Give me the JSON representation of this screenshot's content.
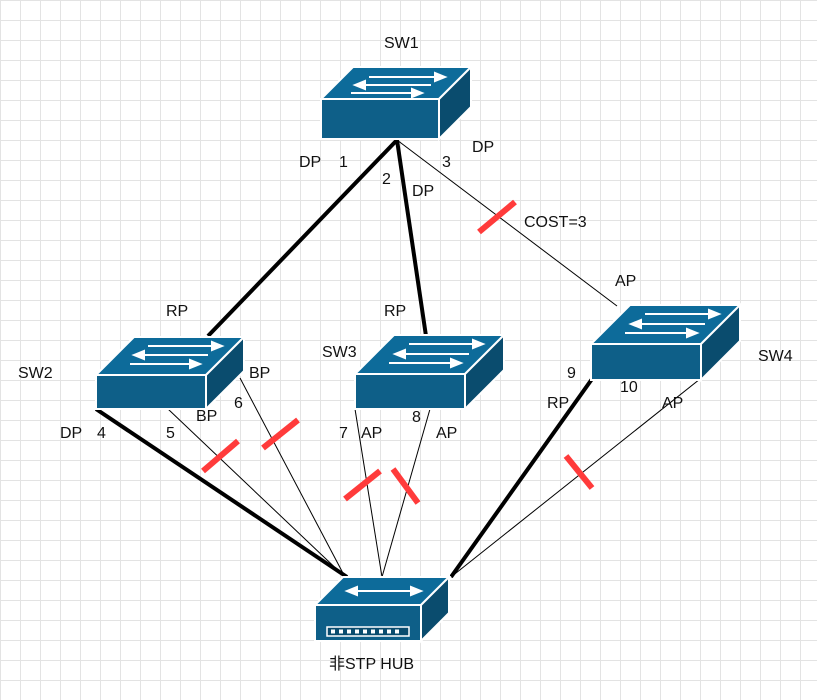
{
  "colors": {
    "device_top": "#0d6b9a",
    "device_front": "#0e5f88",
    "device_side": "#0a4c6e",
    "arrow": "#ffffff",
    "link": "#000000",
    "block_mark": "#ff3b3b",
    "grid": "#e3e3e3"
  },
  "devices": {
    "sw1": {
      "name": "SW1",
      "icon": "switch-icon"
    },
    "sw2": {
      "name": "SW2",
      "icon": "switch-icon"
    },
    "sw3": {
      "name": "SW3",
      "icon": "switch-icon"
    },
    "sw4": {
      "name": "SW4",
      "icon": "switch-icon"
    },
    "hub": {
      "name": "非STP HUB",
      "icon": "hub-icon"
    }
  },
  "links": [
    {
      "id": "sw1-sw2",
      "bold": true,
      "blocked": false
    },
    {
      "id": "sw1-sw3",
      "bold": true,
      "blocked": false
    },
    {
      "id": "sw1-sw4",
      "bold": false,
      "blocked": true,
      "cost": "COST=3"
    },
    {
      "id": "sw2-p4-hub",
      "bold": true,
      "blocked": false
    },
    {
      "id": "sw2-p5-hub",
      "bold": false,
      "blocked": true
    },
    {
      "id": "sw2-p6-hub",
      "bold": false,
      "blocked": true
    },
    {
      "id": "sw3-p7-hub",
      "bold": false,
      "blocked": true
    },
    {
      "id": "sw3-p8-hub",
      "bold": false,
      "blocked": true
    },
    {
      "id": "sw4-p9-hub",
      "bold": true,
      "blocked": false
    },
    {
      "id": "sw4-p10-hub",
      "bold": false,
      "blocked": true
    }
  ],
  "ports": {
    "p1": {
      "number": "1",
      "role": "DP"
    },
    "p2": {
      "number": "2",
      "role": "DP"
    },
    "p3": {
      "number": "3",
      "role": "DP"
    },
    "sw2_up": {
      "role": "RP"
    },
    "sw3_up": {
      "role": "RP"
    },
    "sw4_up": {
      "role": "AP"
    },
    "p4": {
      "number": "4",
      "role": "DP"
    },
    "p5": {
      "number": "5",
      "role": "BP"
    },
    "p6": {
      "number": "6",
      "role": "BP"
    },
    "p7": {
      "number": "7",
      "role": "AP"
    },
    "p8": {
      "number": "8",
      "role": "AP"
    },
    "p9": {
      "number": "9",
      "role": "RP"
    },
    "p10": {
      "number": "10",
      "role": "AP"
    }
  }
}
